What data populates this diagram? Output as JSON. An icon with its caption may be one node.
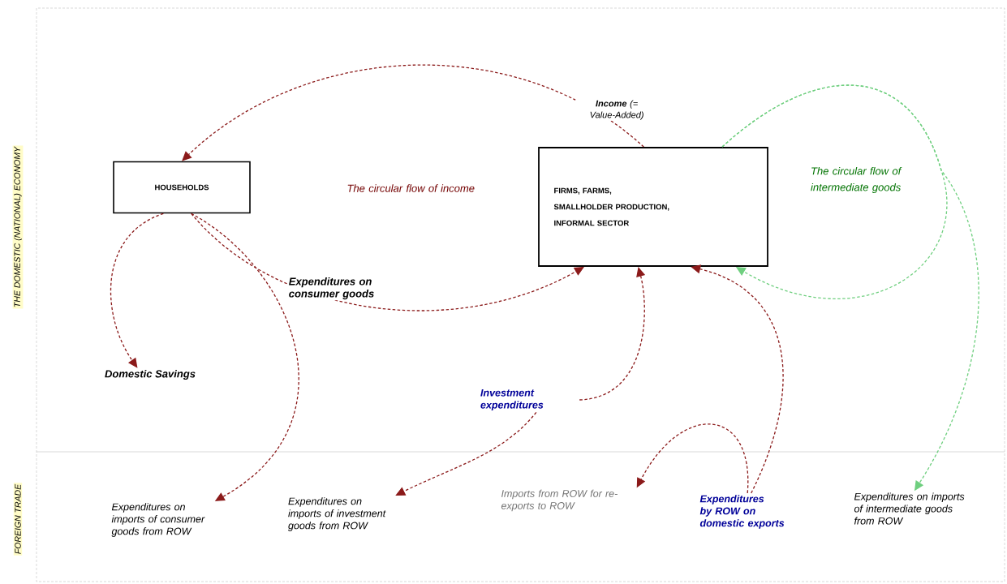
{
  "diagram": {
    "nodes": [
      {
        "text": [
          "HOUSEHOLDS"
        ]
      },
      {
        "text": [
          "FIRMS, FARMS,",
          "SMALLHOLDER PRODUCTION,",
          "INFORMAL SECTOR"
        ]
      },
      {
        "text": [
          "Domestic  Savings"
        ]
      },
      {
        "text": [
          "Investment expenditures"
        ]
      },
      {
        "text": [
          "Expenditures on imports of consumer goods from ROW"
        ]
      },
      {
        "text": [
          "Expenditures on imports of investment goods from ROW"
        ]
      },
      {
        "text": [
          "Imports from ROW for re-exports  to ROW"
        ]
      },
      {
        "text": [
          "Expenditures by ROW on domestic exports"
        ]
      },
      {
        "text": [
          "Expenditures on imports of intermediate goods from ROW"
        ]
      }
    ],
    "edges": [
      {
        "from": 1,
        "to": 0,
        "arrow": "to",
        "label": "**Income** (= Value-Added)"
      },
      {
        "from": 0,
        "to": 2,
        "arrow": "to"
      },
      {
        "from": 0,
        "to": 1,
        "arrow": "to",
        "label": "Expenditures on consumer goods"
      },
      {
        "from": 0,
        "to": 4,
        "arrow": "to"
      },
      {
        "from": 3,
        "to": 1,
        "arrow": "to"
      },
      {
        "from": 3,
        "to": 5,
        "arrow": "to"
      },
      {
        "from": 7,
        "to": 1,
        "arrow": "to"
      },
      {
        "from": 7,
        "to": 6,
        "arrow": "to"
      },
      {
        "from": 1,
        "to": 1,
        "arrow": "to",
        "color": "#6fcf7f"
      },
      {
        "from": 1,
        "to": 8,
        "arrow": "to",
        "color": "#6fcf7f"
      }
    ],
    "labels": [
      "THE DOMESTIC (NATIONAL) ECONOMY",
      "FOREIGN TRADE",
      "The circular flow of income",
      "The circular flow of intermediate goods"
    ]
  }
}
